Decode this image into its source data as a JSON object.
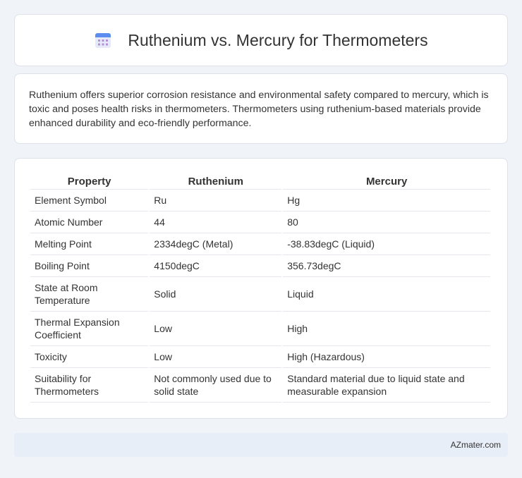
{
  "header": {
    "title": "Ruthenium vs. Mercury for Thermometers",
    "icon": "calendar-icon",
    "icon_colors": {
      "top": "#5b8def",
      "body": "#e6e9f7",
      "dots": "#b48fd8"
    }
  },
  "summary": {
    "text": "Ruthenium offers superior corrosion resistance and environmental safety compared to mercury, which is toxic and poses health risks in thermometers. Thermometers using ruthenium-based materials provide enhanced durability and eco-friendly performance."
  },
  "table": {
    "headers": [
      "Property",
      "Ruthenium",
      "Mercury"
    ],
    "rows": [
      [
        "Element Symbol",
        "Ru",
        "Hg"
      ],
      [
        "Atomic Number",
        "44",
        "80"
      ],
      [
        "Melting Point",
        "2334degC (Metal)",
        "-38.83degC (Liquid)"
      ],
      [
        "Boiling Point",
        "4150degC",
        "356.73degC"
      ],
      [
        "State at Room Temperature",
        "Solid",
        "Liquid"
      ],
      [
        "Thermal Expansion Coefficient",
        "Low",
        "High"
      ],
      [
        "Toxicity",
        "Low",
        "High (Hazardous)"
      ],
      [
        "Suitability for Thermometers",
        "Not commonly used due to solid state",
        "Standard material due to liquid state and measurable expansion"
      ]
    ]
  },
  "footer": {
    "text": "AZmater.com"
  }
}
